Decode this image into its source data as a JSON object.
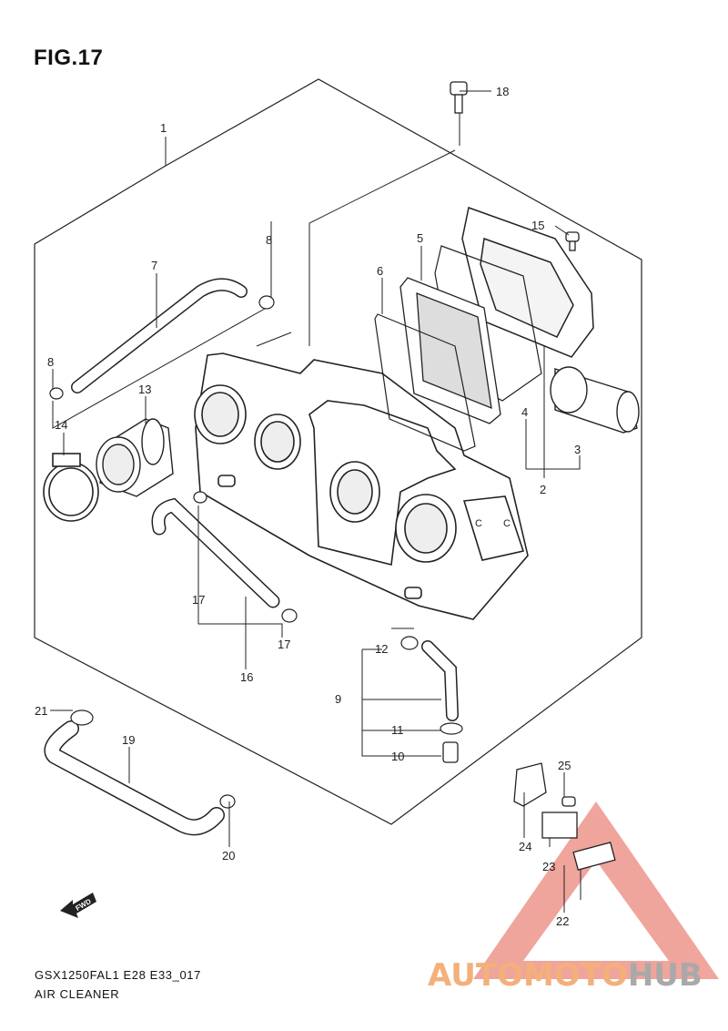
{
  "figure": {
    "title": "FIG.17"
  },
  "footer": {
    "model_code": "GSX1250FAL1 E28 E33_017",
    "section_name": "AIR CLEANER"
  },
  "callouts": [
    "1",
    "2",
    "3",
    "4",
    "5",
    "6",
    "7",
    "8",
    "8",
    "9",
    "10",
    "11",
    "12",
    "13",
    "14",
    "15",
    "16",
    "17",
    "17",
    "18",
    "19",
    "20",
    "21",
    "22",
    "23",
    "24",
    "25"
  ],
  "direction_marker": {
    "label": "FWD"
  },
  "watermark": {
    "part_a": "AUTOMOTO",
    "part_b": "HUB",
    "color_a": "#f3b07a",
    "color_b": "#a9a9a9",
    "triangle_color": "#e04a3a"
  }
}
